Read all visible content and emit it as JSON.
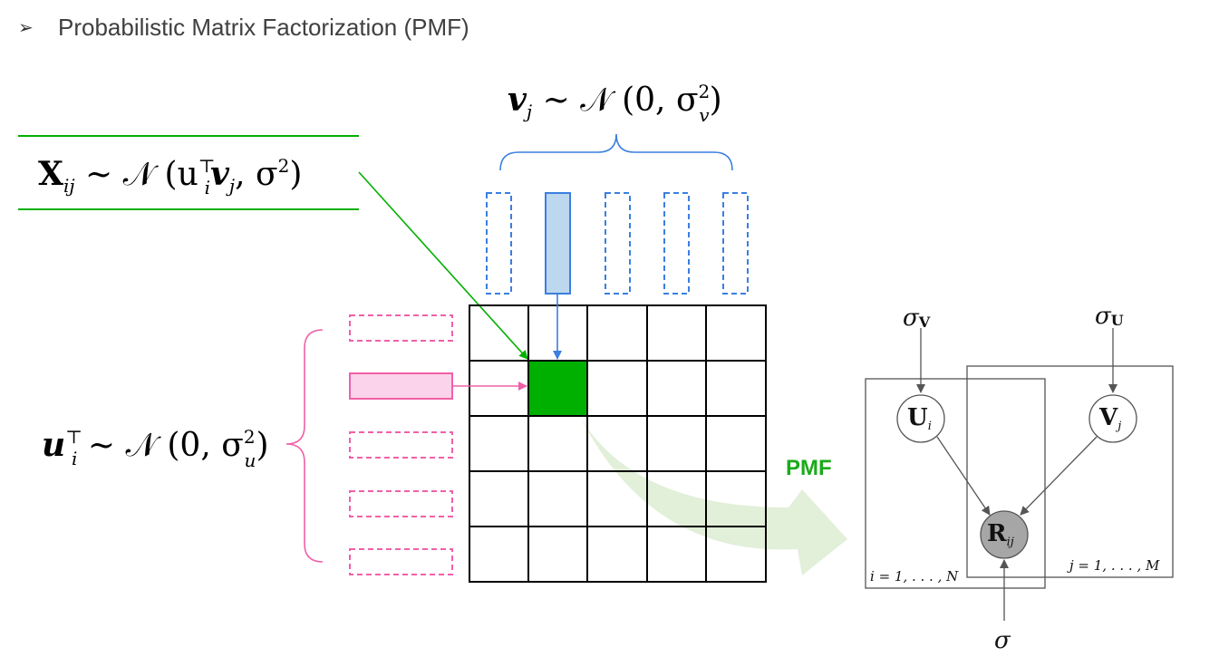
{
  "header": {
    "bullet": "➢",
    "title": "Probabilistic Matrix Factorization (PMF)"
  },
  "colors": {
    "green": "#00b000",
    "blue": "#3a7fe0",
    "light_blue": "#bdd7ee",
    "pink": "#f060a8",
    "light_pink": "#fbd3ea",
    "arrow_fill": "#e2efd9",
    "node_gray": "#a6a6a6"
  },
  "equations": {
    "v_prior": {
      "lhs": "v",
      "lhs_sub": "j",
      "rel": " ~ 𝒩 (0, σ",
      "sq": "2",
      "sub": "v",
      "close": ")"
    },
    "x_likelihood": {
      "lhs": "X",
      "lhs_sub": "ij",
      "rel": " ~ 𝒩 (u",
      "sup": "⊤",
      "sub": "i",
      "mid": "v",
      "mid_sub": "j",
      "tail": ", σ",
      "sq": "2",
      "close": ")"
    },
    "u_prior": {
      "lhs": "u",
      "lhs_sup": "⊤",
      "lhs_sub": "i",
      "rel": " ~ 𝒩 (0, σ",
      "sq": "2",
      "sub": "u",
      "close": ")"
    }
  },
  "pmf_label": "PMF",
  "matrix": {
    "rows": 5,
    "cols": 5,
    "highlight_row": 1,
    "highlight_col": 1
  },
  "graphical_model": {
    "sigma_v": {
      "sym": "σ",
      "sub": "V"
    },
    "sigma_u": {
      "sym": "σ",
      "sub": "U"
    },
    "node_u": {
      "sym": "U",
      "sub": "i"
    },
    "node_v": {
      "sym": "V",
      "sub": "j"
    },
    "node_r": {
      "sym": "R",
      "sub": "ij"
    },
    "sigma": "σ",
    "plate_i": "i = 1, . . . , N",
    "plate_j": "j = 1, . . . , M"
  }
}
